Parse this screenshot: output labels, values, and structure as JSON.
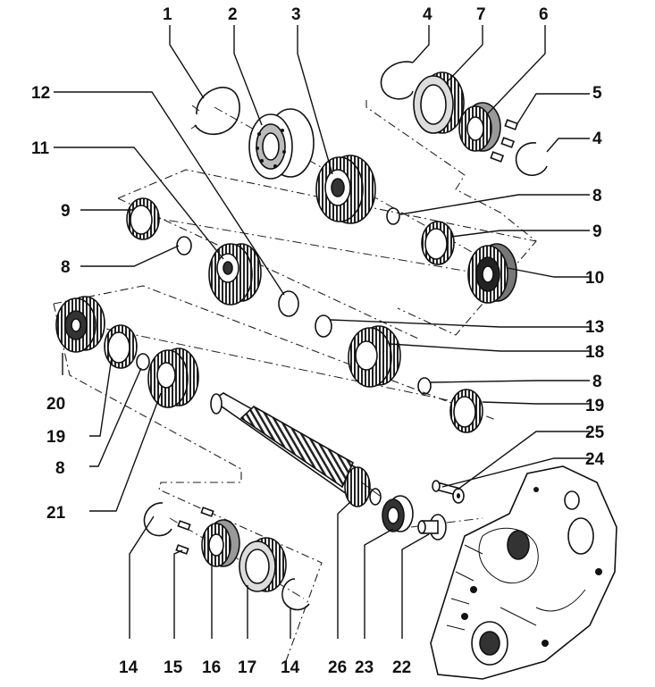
{
  "labels": {
    "l1": "1",
    "l2": "2",
    "l3": "3",
    "l4a": "4",
    "l7": "7",
    "l6": "6",
    "l5": "5",
    "l4b": "4",
    "l12": "12",
    "l11": "11",
    "l9a": "9",
    "l8a": "8",
    "l9b": "9",
    "l8b": "8",
    "l10": "10",
    "l13": "13",
    "l18": "18",
    "l8c": "8",
    "l19a": "19",
    "l20": "20",
    "l19b": "19",
    "l8d": "8",
    "l21": "21",
    "l25": "25",
    "l24": "24",
    "l14a": "14",
    "l15": "15",
    "l16": "16",
    "l17": "17",
    "l14b": "14",
    "l26": "26",
    "l23": "23",
    "l22": "22"
  },
  "colors": {
    "ink": "#111111",
    "paper": "#ffffff",
    "shade": "#555555"
  }
}
